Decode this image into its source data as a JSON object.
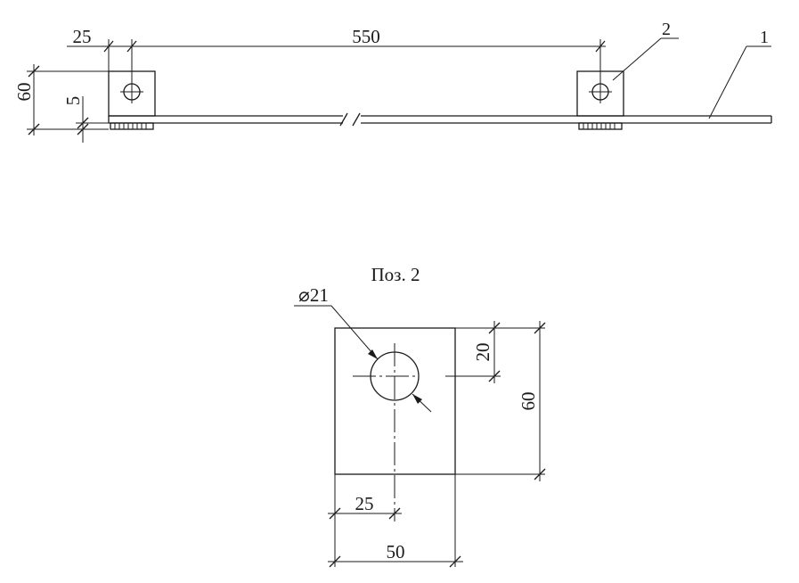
{
  "top_view": {
    "dim_offset": "25",
    "dim_spacing": "550",
    "dim_height": "60",
    "dim_thickness": "5",
    "callout_bracket": "2",
    "callout_strip": "1"
  },
  "detail": {
    "title": "Поз. 2",
    "dim_hole": "⌀21",
    "dim_hole_offset_v": "20",
    "dim_height": "60",
    "dim_hole_offset_h": "25",
    "dim_width": "50"
  }
}
